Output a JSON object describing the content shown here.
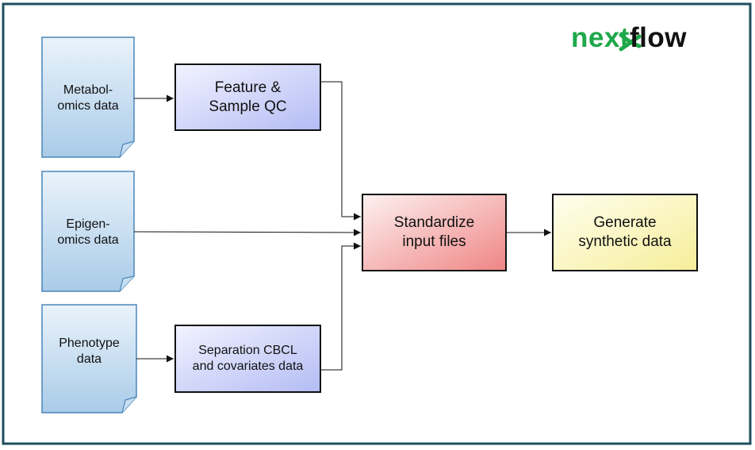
{
  "diagram": {
    "logo": {
      "prefix": "next",
      "suffix": "flow"
    },
    "inputs": [
      {
        "id": "metabolomics",
        "label": "Metabol-\nomics data"
      },
      {
        "id": "epigenomics",
        "label": "Epigen-\nomics data"
      },
      {
        "id": "phenotype",
        "label": "Phenotype\ndata"
      }
    ],
    "processes": {
      "feature_qc": "Feature &\nSample QC",
      "separation": "Separation CBCL\nand covariates data",
      "standardize": "Standardize\ninput files",
      "generate": "Generate\nsynthetic data"
    }
  },
  "colors": {
    "frame": "#1f4e5f",
    "doc_fill_top": "#eaf3fb",
    "doc_fill_bottom": "#a9cbe8",
    "doc_stroke": "#4a86b8",
    "qc_fill_top": "#eef0ff",
    "qc_fill_bottom": "#b8c0f5",
    "standardize_fill_top": "#fdf0ef",
    "standardize_fill_bottom": "#f08a8a",
    "generate_fill_top": "#fffde8",
    "generate_fill_bottom": "#f7f0a0",
    "logo_green": "#1ea84a"
  }
}
